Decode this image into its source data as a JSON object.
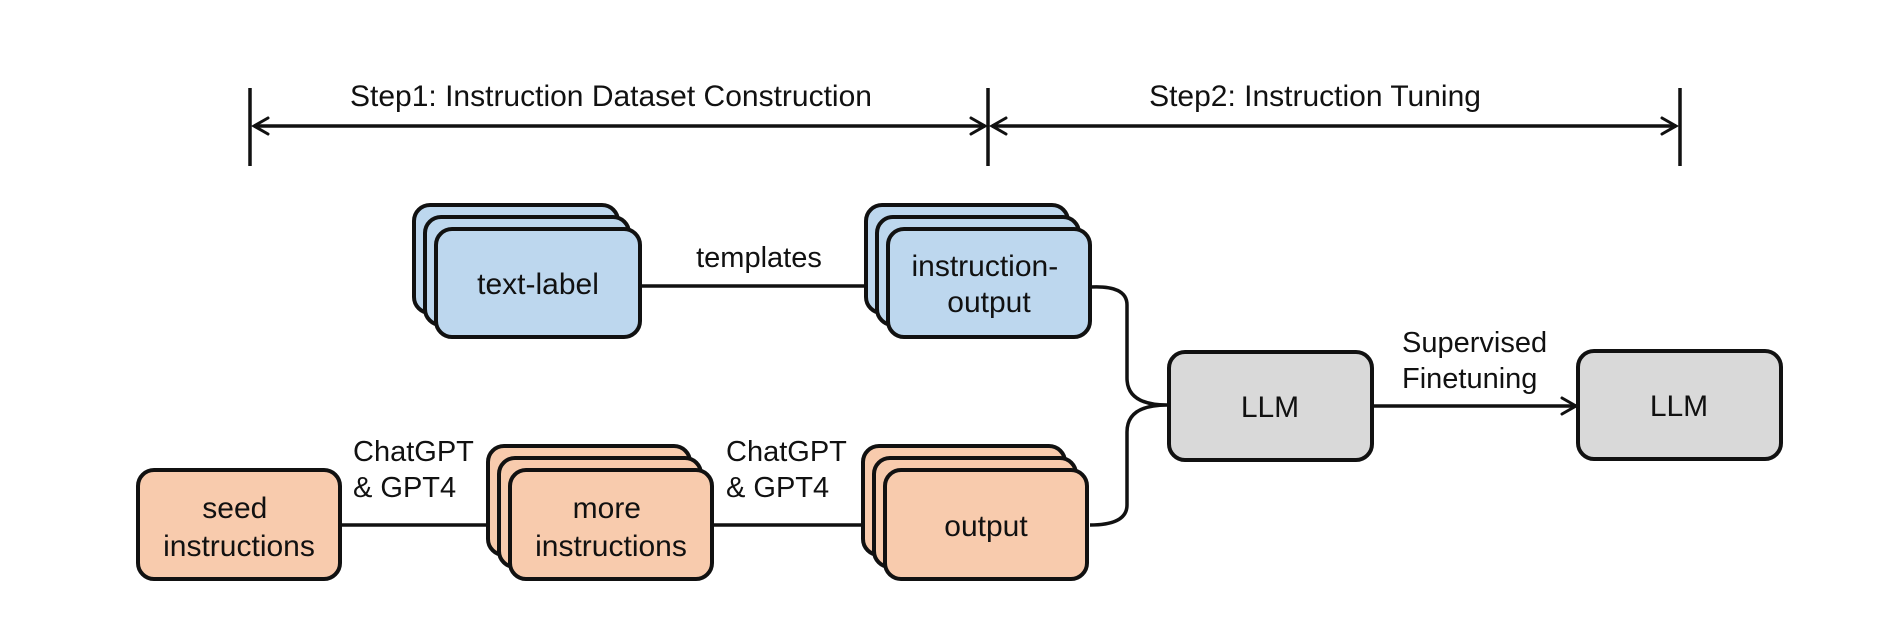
{
  "colors": {
    "blue": "#bdd7ee",
    "orange": "#f8cbad",
    "gray": "#d9d9d9",
    "stroke": "#111111",
    "background": "#ffffff"
  },
  "steps": {
    "step1": "Step1: Instruction Dataset Construction",
    "step2": "Step2: Instruction Tuning"
  },
  "nodes": {
    "text_label": {
      "lines": [
        "text-label"
      ]
    },
    "instruction_output": {
      "lines": [
        "instruction-",
        "output"
      ]
    },
    "seed_instructions": {
      "lines": [
        "seed",
        "instructions"
      ]
    },
    "more_instructions": {
      "lines": [
        "more",
        "instructions"
      ]
    },
    "output": {
      "lines": [
        "output"
      ]
    },
    "llm_base": {
      "lines": [
        "LLM"
      ]
    },
    "llm_tuned": {
      "lines": [
        "LLM"
      ]
    }
  },
  "edges": {
    "templates": {
      "lines": [
        "templates"
      ]
    },
    "gen_more_instructions": {
      "lines": [
        "ChatGPT",
        "& GPT4"
      ]
    },
    "gen_output": {
      "lines": [
        "ChatGPT",
        "& GPT4"
      ]
    },
    "finetune": {
      "lines": [
        "Supervised",
        "Finetuning"
      ]
    }
  }
}
